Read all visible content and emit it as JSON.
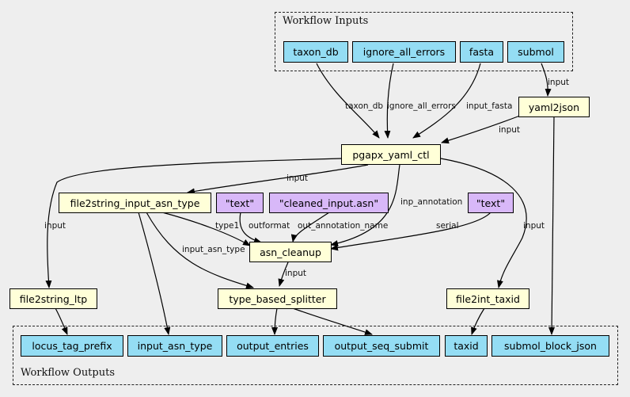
{
  "clusters": {
    "inputs": {
      "title": "Workflow Inputs"
    },
    "outputs": {
      "title": "Workflow Outputs"
    }
  },
  "nodes": {
    "taxon_db": "taxon_db",
    "ignore_all_errors": "ignore_all_errors",
    "fasta": "fasta",
    "submol": "submol",
    "yaml2json": "yaml2json",
    "pgapx_yaml_ctl": "pgapx_yaml_ctl",
    "file2string_input_asn_type": "file2string_input_asn_type",
    "text1": "\"text\"",
    "cleaned_input": "\"cleaned_input.asn\"",
    "text2": "\"text\"",
    "asn_cleanup": "asn_cleanup",
    "file2string_ltp": "file2string_ltp",
    "type_based_splitter": "type_based_splitter",
    "file2int_taxid": "file2int_taxid",
    "locus_tag_prefix": "locus_tag_prefix",
    "input_asn_type": "input_asn_type",
    "output_entries": "output_entries",
    "output_seq_submit": "output_seq_submit",
    "taxid": "taxid",
    "submol_block_json": "submol_block_json"
  },
  "edge_labels": {
    "submol_yaml": "input",
    "taxon_db_pgapx": "taxon_db",
    "ignore_pgapx": "ignore_all_errors",
    "fasta_pgapx": "input_fasta",
    "yaml_pgapx": "input",
    "pgapx_f2s": "input",
    "pgapx_asn": "inp_annotation",
    "pgapx_taxid": "input",
    "pgapx_ltp": "input",
    "f2s_asn": "type1",
    "text1_asn": "outformat",
    "cleaned_asn": "out_annotation_name",
    "text2_asn": "serial",
    "f2s_splitter": "input_asn_type",
    "asn_splitter": "input"
  },
  "colors": {
    "input": "#94ddf4",
    "step": "#ffffd8",
    "literal": "#d8b8f8",
    "background": "#eeeeee"
  }
}
